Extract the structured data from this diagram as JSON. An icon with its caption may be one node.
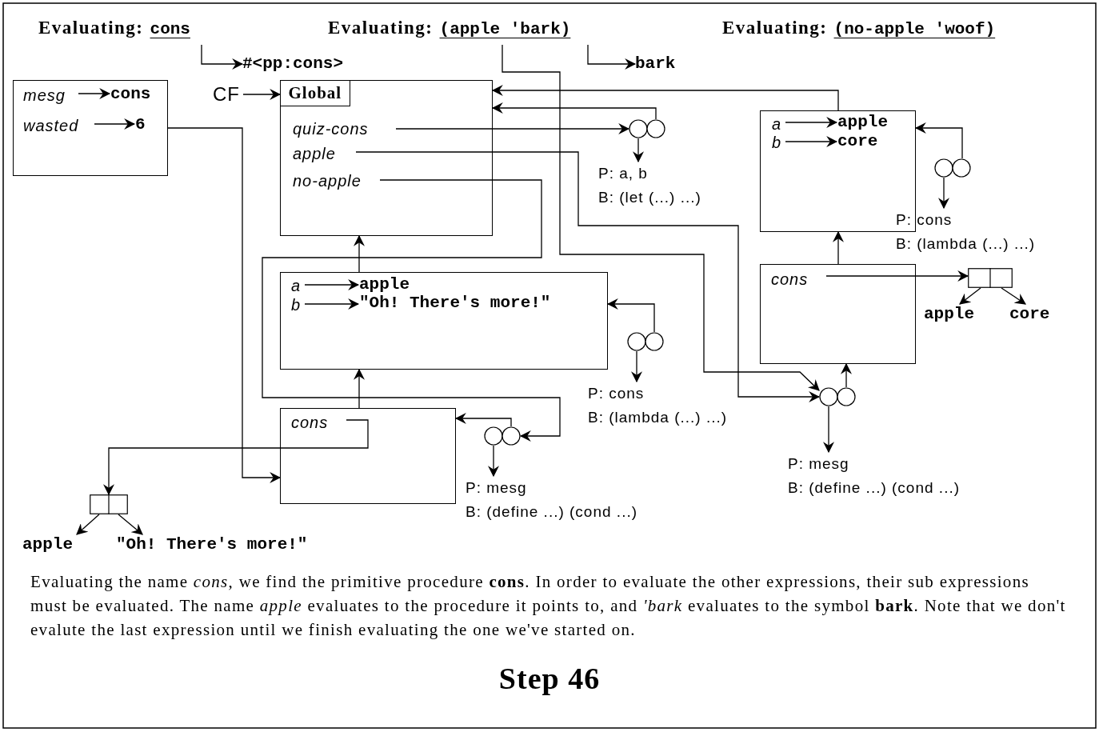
{
  "diagram": {
    "title": "Step 46",
    "caption": "Evaluating the name *cons*, we find the primitive procedure **cons**. In order to evaluate the other expressions, their sub expressions must be evaluated. The name *apple* evaluates to the procedure it points to, and *'bark* evaluates to the symbol **bark**. Note that we don't evalute the last expression until we finish evaluating the one we've started on.",
    "nodes": [
      {
        "text": [
          "Evaluating:",
          "cons"
        ]
      },
      {
        "text": [
          "#<pp:cons>"
        ]
      },
      {
        "text": [
          "Evaluating:",
          "(apple 'bark)"
        ]
      },
      {
        "text": [
          "bark"
        ]
      },
      {
        "text": [
          "Evaluating:",
          "(no-apple 'woof)"
        ]
      },
      {
        "text": [],
        "shape": "box"
      },
      {
        "text": [
          "mesg"
        ],
        "in": 5
      },
      {
        "text": [
          "cons"
        ],
        "in": 5
      },
      {
        "text": [
          "wasted"
        ],
        "in": 5
      },
      {
        "text": [
          "6"
        ],
        "in": 5
      },
      {
        "text": [
          "CF"
        ]
      },
      {
        "text": [
          "Global"
        ]
      },
      {
        "text": [
          "quiz-cons"
        ],
        "in": 11
      },
      {
        "text": [
          "apple"
        ],
        "in": 11
      },
      {
        "text": [
          "no-apple"
        ],
        "in": 11
      },
      {
        "text": [],
        "shape": "circle"
      },
      {
        "text": [
          "P: a, b",
          "B: (let (...) ...)"
        ]
      },
      {
        "text": [],
        "shape": "box"
      },
      {
        "text": [
          "a"
        ],
        "in": 17
      },
      {
        "text": [
          "apple"
        ],
        "in": 17
      },
      {
        "text": [
          "b"
        ],
        "in": 17
      },
      {
        "text": [
          "core"
        ],
        "in": 17
      },
      {
        "text": [],
        "shape": "circle"
      },
      {
        "text": [
          "P: cons",
          "B: (lambda (...) ...)"
        ]
      },
      {
        "text": [],
        "shape": "box"
      },
      {
        "text": [
          "a"
        ],
        "in": 24
      },
      {
        "text": [
          "apple"
        ],
        "in": 24
      },
      {
        "text": [
          "b"
        ],
        "in": 24
      },
      {
        "text": [
          "\"Oh! There's more!\""
        ],
        "in": 24
      },
      {
        "text": [],
        "shape": "circle"
      },
      {
        "text": [
          "P: cons",
          "B: (lambda (...) ...)"
        ]
      },
      {
        "text": [],
        "shape": "box"
      },
      {
        "text": [
          "cons"
        ],
        "in": 31
      },
      {
        "text": [],
        "shape": "box"
      },
      {
        "text": [
          "apple"
        ]
      },
      {
        "text": [
          "core"
        ]
      },
      {
        "text": [],
        "shape": "box"
      },
      {
        "text": [
          "cons"
        ],
        "in": 36
      },
      {
        "text": [],
        "shape": "circle"
      },
      {
        "text": [
          "P: mesg",
          "B: (define ...) (cond ...)"
        ]
      },
      {
        "text": [],
        "shape": "circle"
      },
      {
        "text": [
          "P: mesg",
          "B: (define ...) (cond ...)"
        ]
      },
      {
        "text": [],
        "shape": "box"
      },
      {
        "text": [
          "apple"
        ]
      },
      {
        "text": [
          "\"Oh! There's more!\""
        ]
      }
    ],
    "edges": [
      {
        "from": 0,
        "to": 1,
        "arrow": "to"
      },
      {
        "from": 2,
        "to": 40,
        "arrow": "to"
      },
      {
        "from": 2,
        "to": 3,
        "arrow": "to"
      },
      {
        "from": 5,
        "to": 36,
        "arrow": "to"
      },
      {
        "from": 6,
        "to": 7,
        "arrow": "to"
      },
      {
        "from": 8,
        "to": 9,
        "arrow": "to"
      },
      {
        "from": 10,
        "to": 11,
        "arrow": "to"
      },
      {
        "from": 12,
        "to": 15,
        "arrow": "to"
      },
      {
        "from": 15,
        "to": 11,
        "arrow": "to"
      },
      {
        "from": 15,
        "to": 16,
        "arrow": "to"
      },
      {
        "from": 13,
        "to": 40,
        "arrow": "to"
      },
      {
        "from": 14,
        "to": 38,
        "arrow": "to"
      },
      {
        "from": 17,
        "to": 11,
        "arrow": "to"
      },
      {
        "from": 22,
        "to": 17,
        "arrow": "to"
      },
      {
        "from": 22,
        "to": 23,
        "arrow": "to"
      },
      {
        "from": 18,
        "to": 19,
        "arrow": "to"
      },
      {
        "from": 20,
        "to": 21,
        "arrow": "to"
      },
      {
        "from": 24,
        "to": 11,
        "arrow": "to"
      },
      {
        "from": 25,
        "to": 26,
        "arrow": "to"
      },
      {
        "from": 27,
        "to": 28,
        "arrow": "to"
      },
      {
        "from": 29,
        "to": 24,
        "arrow": "to"
      },
      {
        "from": 29,
        "to": 30,
        "arrow": "to"
      },
      {
        "from": 31,
        "to": 17,
        "arrow": "to"
      },
      {
        "from": 32,
        "to": 33,
        "arrow": "to"
      },
      {
        "from": 33,
        "to": 34,
        "arrow": "to"
      },
      {
        "from": 33,
        "to": 35,
        "arrow": "to"
      },
      {
        "from": 36,
        "to": 24,
        "arrow": "to"
      },
      {
        "from": 37,
        "to": 42,
        "arrow": "to"
      },
      {
        "from": 42,
        "to": 43,
        "arrow": "to"
      },
      {
        "from": 42,
        "to": 44,
        "arrow": "to"
      },
      {
        "from": 38,
        "to": 36,
        "arrow": "to"
      },
      {
        "from": 38,
        "to": 39,
        "arrow": "to"
      },
      {
        "from": 40,
        "to": 31,
        "arrow": "to"
      },
      {
        "from": 40,
        "to": 41,
        "arrow": "to"
      }
    ]
  }
}
